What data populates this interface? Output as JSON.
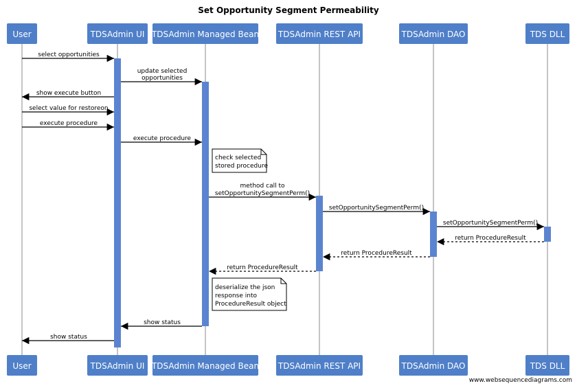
{
  "title": "Set Opportunity Segment Permeability",
  "participants": [
    "User",
    "TDSAdmin UI",
    "TDSAdmin Managed Bean",
    "TDSAdmin REST API",
    "TDSAdmin DAO",
    "TDS DLL"
  ],
  "messages": [
    {
      "id": "m1",
      "lines": [
        "select opportunities"
      ]
    },
    {
      "id": "m2",
      "lines": [
        "update selected",
        "opportunities"
      ]
    },
    {
      "id": "m3",
      "lines": [
        "show execute button"
      ]
    },
    {
      "id": "m4",
      "lines": [
        "select value for restoreon"
      ]
    },
    {
      "id": "m5",
      "lines": [
        "execute procedure"
      ]
    },
    {
      "id": "m6",
      "lines": [
        "execute procedure"
      ]
    },
    {
      "id": "m7",
      "lines": [
        "method call to",
        "setOpportunitySegmentPerm()"
      ]
    },
    {
      "id": "m8",
      "lines": [
        "setOpportunitySegmentPerm()"
      ]
    },
    {
      "id": "m9",
      "lines": [
        "setOpportunitySegmentPerm()"
      ]
    },
    {
      "id": "m10",
      "lines": [
        "return ProcedureResult"
      ]
    },
    {
      "id": "m11",
      "lines": [
        "return ProcedureResult"
      ]
    },
    {
      "id": "m12",
      "lines": [
        "return ProcedureResult"
      ]
    },
    {
      "id": "m13",
      "lines": [
        "show status"
      ]
    },
    {
      "id": "m14",
      "lines": [
        "show status"
      ]
    }
  ],
  "notes": [
    {
      "id": "n1",
      "lines": [
        "check selected",
        "stored procedure"
      ]
    },
    {
      "id": "n2",
      "lines": [
        "deserialize the json",
        "response into",
        "ProcedureResult object"
      ]
    }
  ],
  "credit": "www.websequencediagrams.com",
  "colors": {
    "participant": "#4f7fc8",
    "activation": "#5b84d0",
    "arrow": "#000000",
    "lifeline": "#888888"
  }
}
